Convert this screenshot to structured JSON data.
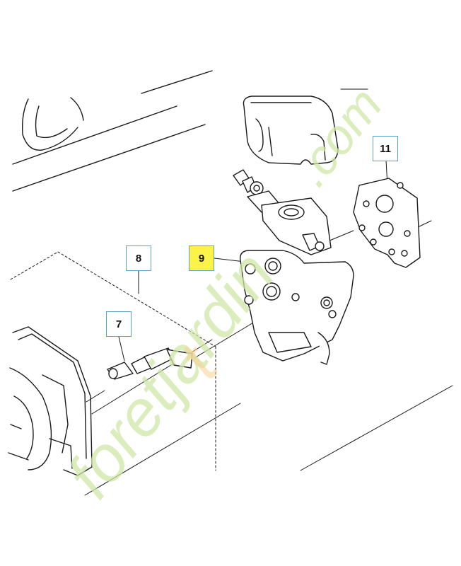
{
  "callouts": {
    "part_8": "8",
    "part_9": "9",
    "part_7": "7",
    "part_11": "11"
  },
  "watermark": {
    "text": "foretjardin.com",
    "color_main": "#cfe7a6",
    "color_accent": "#f7cf8f"
  },
  "colors": {
    "line": "#1a1a1a",
    "callout_border": "#5aa3c4",
    "callout_highlight": "#fbf24a"
  }
}
